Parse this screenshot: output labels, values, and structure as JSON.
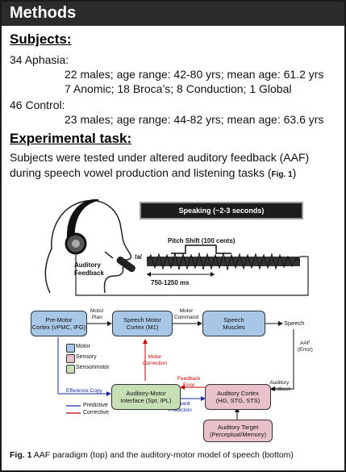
{
  "header": {
    "title": "Methods"
  },
  "subjects": {
    "heading": "Subjects:",
    "aphasia": "34 Aphasia:",
    "aphasia_line1": "22 males; age range: 42-80 yrs; mean age: 61.2 yrs",
    "aphasia_line2": "7 Anomic; 18 Broca’s; 8 Conduction; 1 Global",
    "control": "46 Control:",
    "control_line1": "23 males; age range: 44-82 yrs; mean age: 63.6 yrs"
  },
  "task": {
    "heading": "Experimental task:",
    "line1": "Subjects were tested under altered auditory feedback (AAF)",
    "line2_start": "during speech vowel production and listening tasks (",
    "line2_ref": "Fig. 1",
    "line2_end": ")"
  },
  "paradigm": {
    "speaking": "Speaking (~2-3 seconds)",
    "pitch_shift": "Pitch Shift (100 cents)",
    "vowel": "/a/",
    "delay": "750-1250 ms",
    "auditory": "Auditory",
    "feedback": "Feedback"
  },
  "model": {
    "premotor": [
      "Pre-Motor",
      "Cortex (vPMC, IFG)"
    ],
    "speech_motor": [
      "Speech Motor",
      "Cortex (M1)"
    ],
    "speech_muscles": [
      "Speech",
      "Muscles"
    ],
    "speech": "Speech",
    "motor_plan": [
      "Motor",
      "Plan"
    ],
    "motor_command": [
      "Motor",
      "Command"
    ],
    "aaf": [
      "AAF",
      "(Error)"
    ],
    "aud_feedback": [
      "Auditory",
      "Feedback"
    ],
    "motor_correction": [
      "Motor",
      "Correction"
    ],
    "feedback_error": [
      "Feedback",
      "Error"
    ],
    "forward_prediction": [
      "Forward",
      "Prediction"
    ],
    "efference_copy": "Efference Copy",
    "interface": [
      "Auditory-Motor",
      "Interface (Spt, IPL)"
    ],
    "aud_cortex": [
      "Auditory Cortex",
      "(HG, STG, STS)"
    ],
    "aud_target": [
      "Auditory Target",
      "(Perceptual/Memory)"
    ],
    "legend": {
      "motor": "Motor",
      "sensory": "Sensory",
      "sensorimotor": "Sensorimotor"
    },
    "predictive": "Predictive",
    "corrective": "Corrective",
    "colors": {
      "motor": "#a8c6e6",
      "sensory": "#e9c1cb",
      "sensorimotor": "#c6dfb4",
      "predictive": "#1a2a9c",
      "corrective": "#c00000"
    }
  },
  "caption": {
    "label": "Fig. 1",
    "text": " AAF paradigm (top) and the auditory-motor model of speech (bottom)"
  }
}
